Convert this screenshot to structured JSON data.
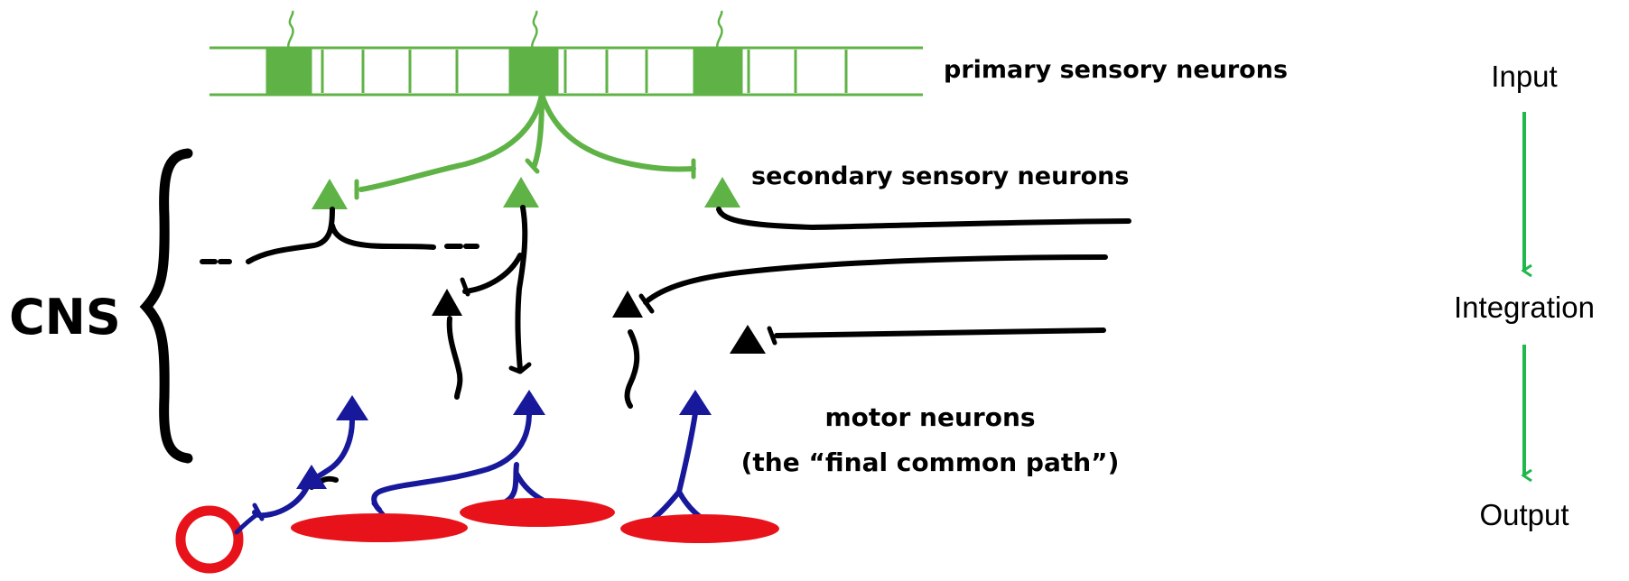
{
  "labels": {
    "primary": "primary sensory neurons",
    "secondary": "secondary sensory neurons",
    "motor": "motor neurons",
    "motor_sub": "(the “final common path”)",
    "cns": "CNS"
  },
  "flow": {
    "steps": [
      "Input",
      "Integration",
      "Output"
    ]
  },
  "colors": {
    "sensory_green": "#5fb346",
    "interneuron_black": "#000000",
    "motor_blue": "#17189a",
    "muscle_red": "#e8131a",
    "arrow_green": "#1fb84a"
  }
}
